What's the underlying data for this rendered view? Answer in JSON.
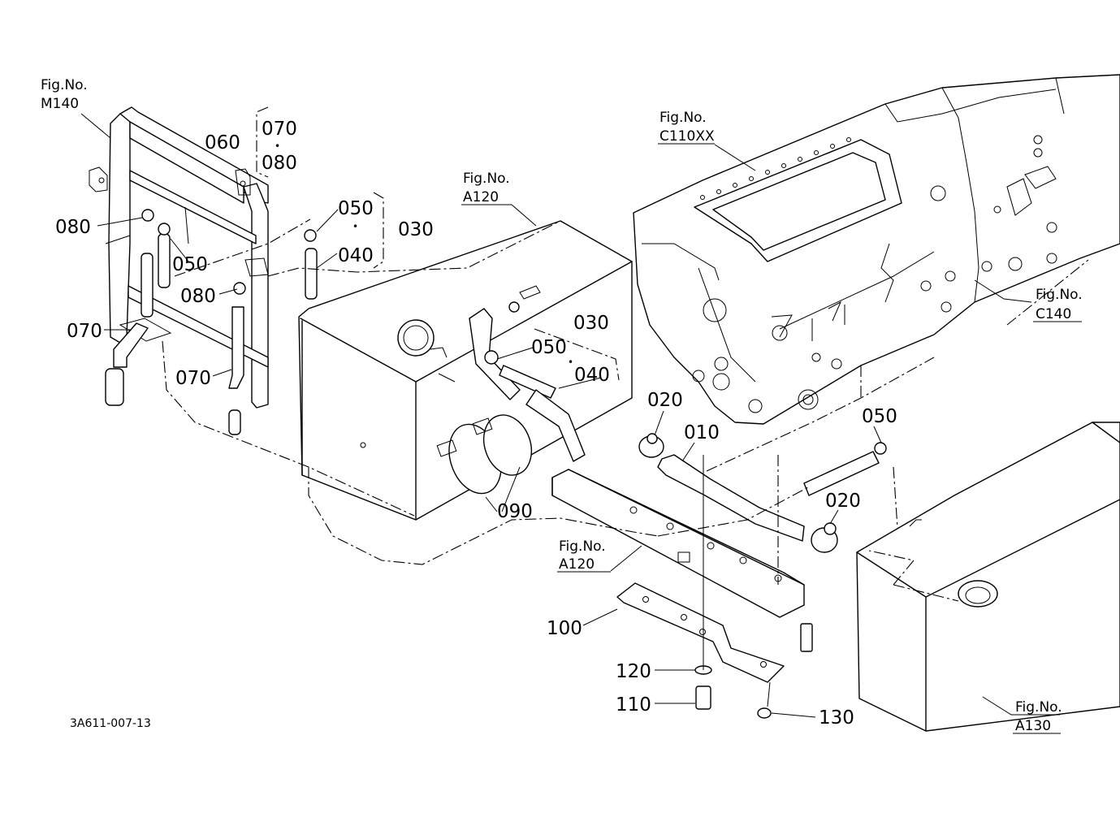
{
  "diagram_code": "3A611-007-13",
  "fig_refs": [
    {
      "prefix": "Fig.No.",
      "code": "M140"
    },
    {
      "prefix": "Fig.No.",
      "code": "C110XX"
    },
    {
      "prefix": "Fig.No.",
      "code": "A120"
    },
    {
      "prefix": "Fig.No.",
      "code": "C140"
    },
    {
      "prefix": "Fig.No.",
      "code": "A120"
    },
    {
      "prefix": "Fig.No.",
      "code": "A130"
    }
  ],
  "labels": {
    "p060": "060",
    "p070a": "070",
    "dot1": "•",
    "p080a": "080",
    "p080b": "080",
    "p050a": "050",
    "p080c": "080",
    "p070b": "070",
    "p070c": "070",
    "p050b": "050",
    "dot2": "•",
    "p040a": "040",
    "p030a": "030",
    "p030b": "030",
    "p050c": "050",
    "dot3": "•",
    "p040b": "040",
    "p020a": "020",
    "p010": "010",
    "p090": "090",
    "p050d": "050",
    "p020b": "020",
    "p100": "100",
    "p120": "120",
    "p110": "110",
    "p130": "130"
  }
}
